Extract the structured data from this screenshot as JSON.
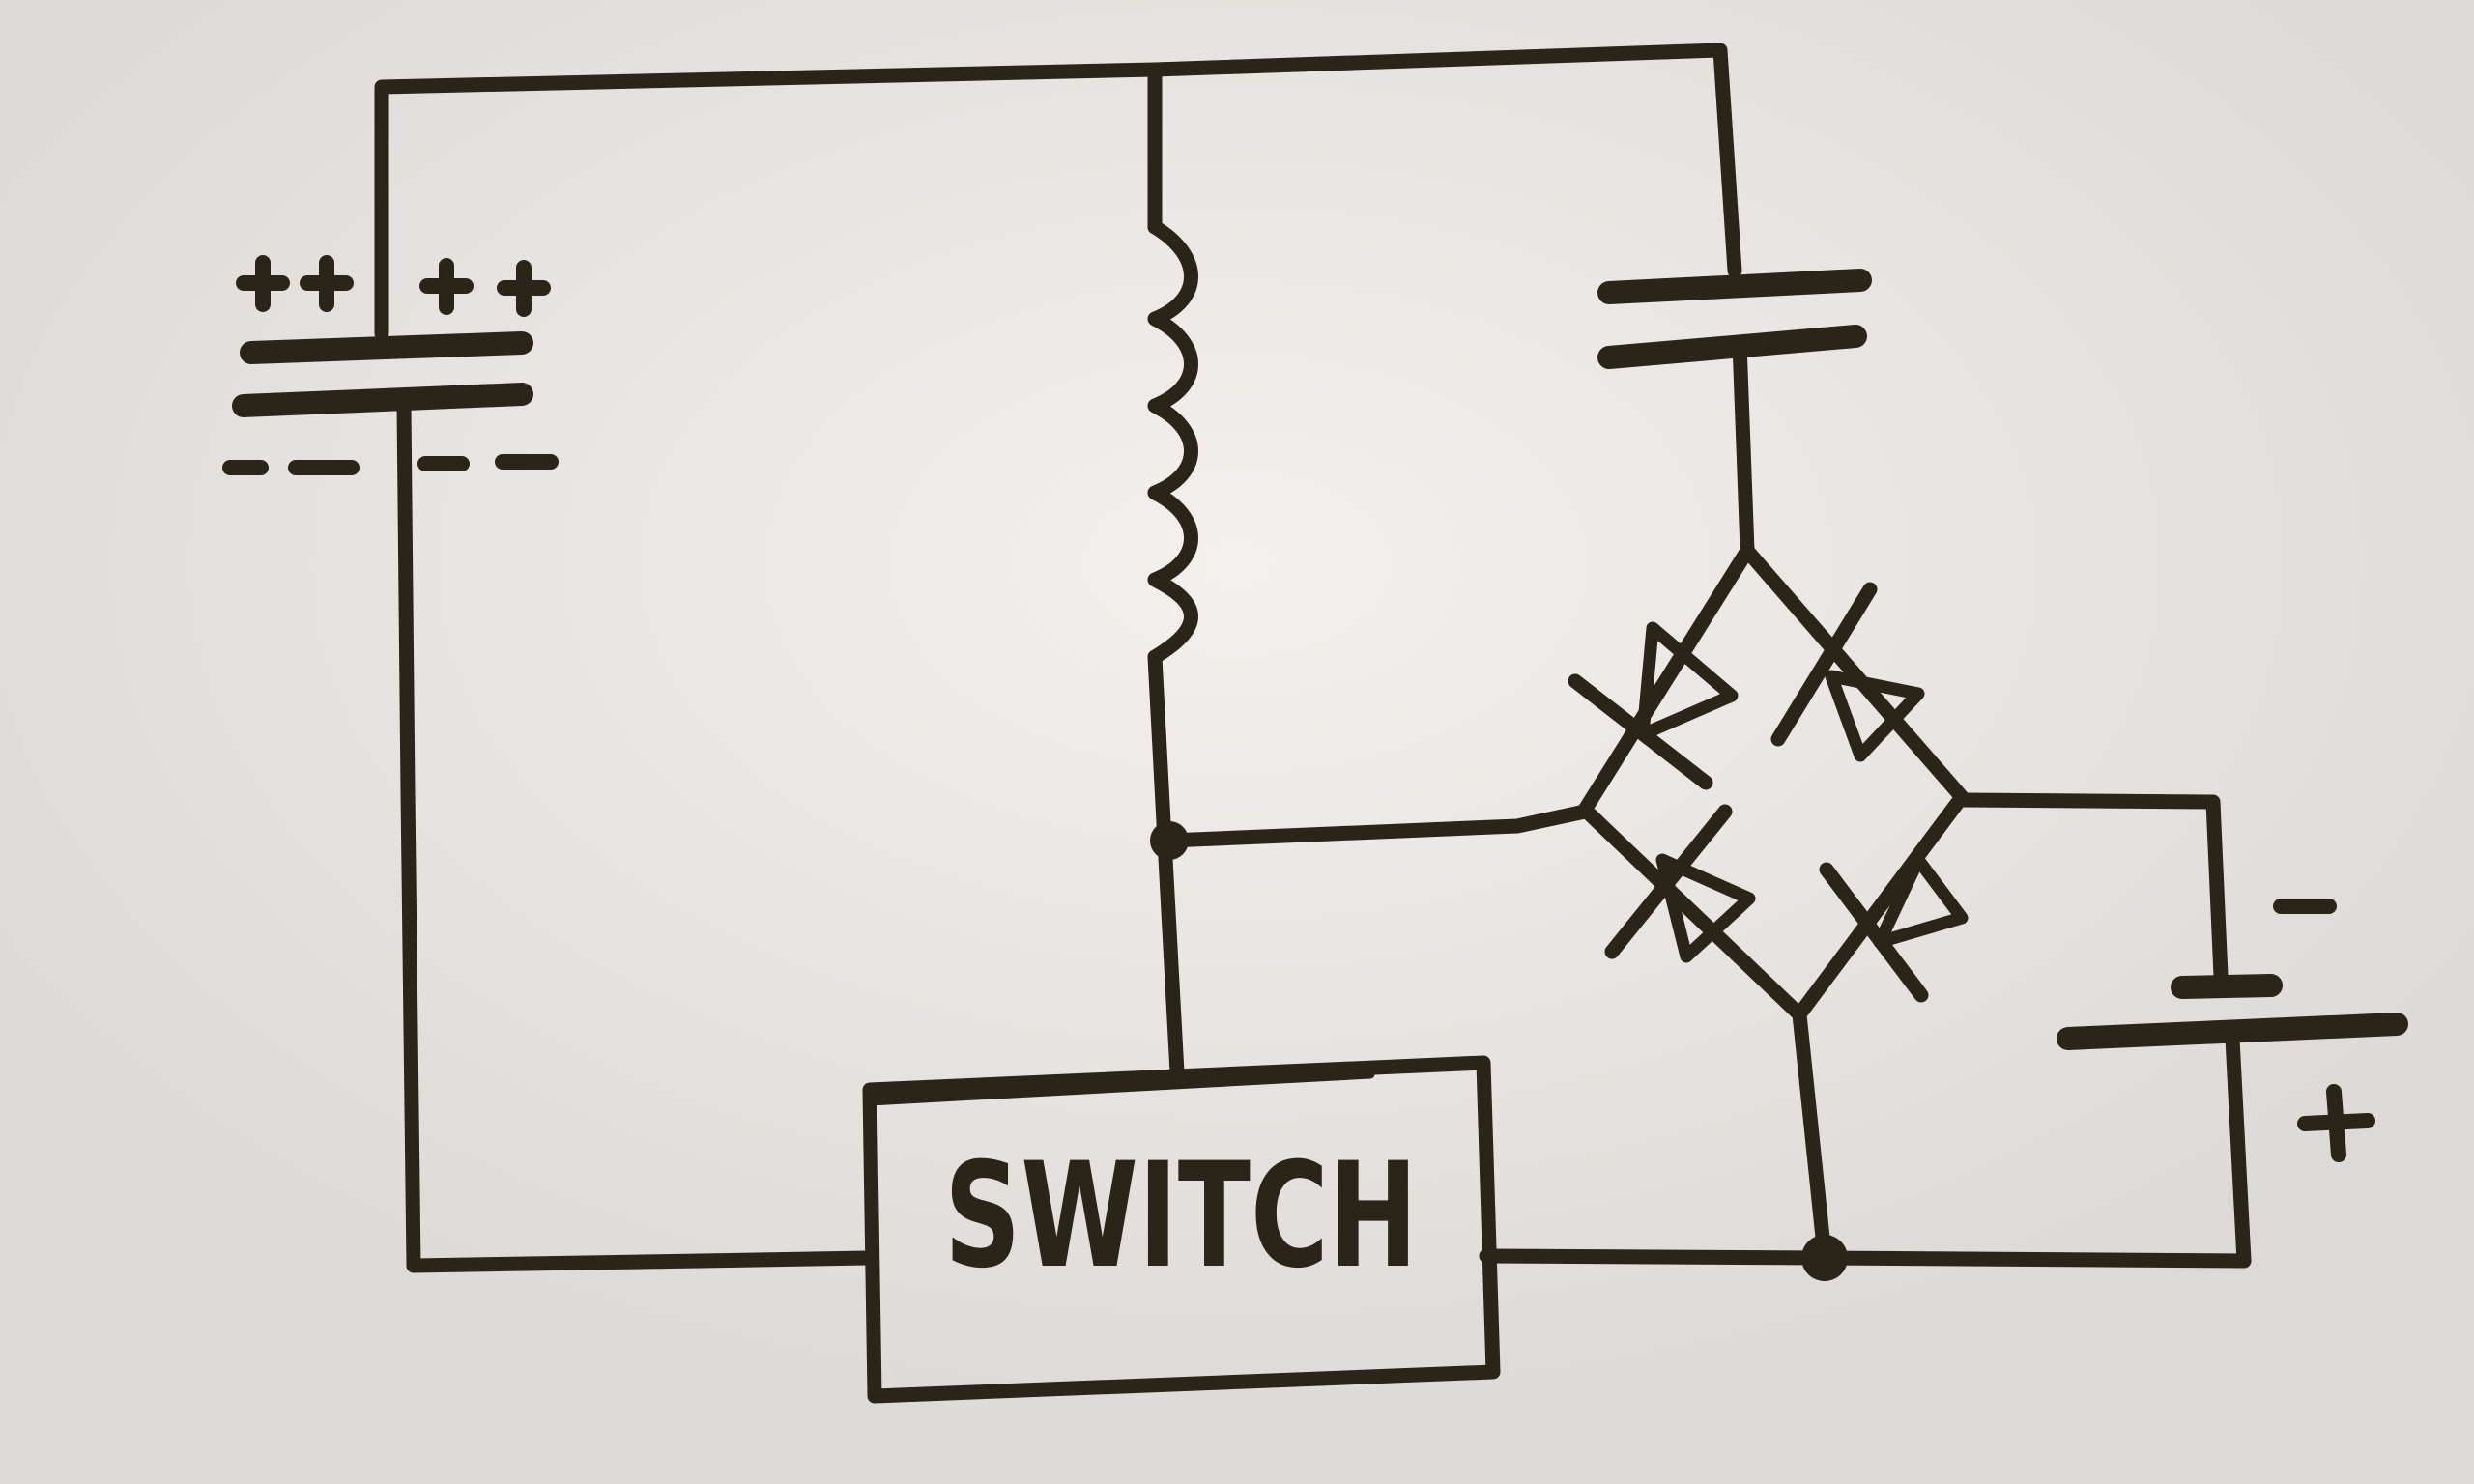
{
  "board": {
    "background": "#e6e3e0",
    "ink": "#2b2418"
  },
  "switch": {
    "label": "SWITCH"
  },
  "capacitor_left": {
    "positive_marks": "++ ++",
    "negative_marks": "-- --"
  },
  "battery": {
    "negative_label": "-",
    "positive_label": "+"
  },
  "symbols": {
    "inductor": "inductor-coil",
    "capacitor_top_right": "capacitor",
    "bridge_rectifier": "diode-bridge",
    "junction": "junction-dot"
  }
}
